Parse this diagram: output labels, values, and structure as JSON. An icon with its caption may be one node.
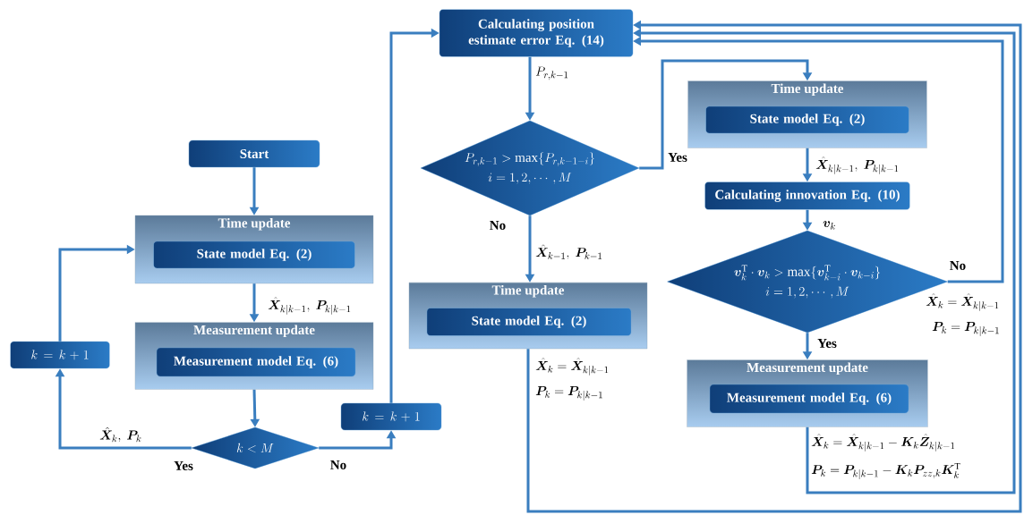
{
  "diagram": {
    "nodes": [
      {
        "text": [
          "Start"
        ]
      },
      {
        "text": [
          "Time update"
        ]
      },
      {
        "text": [
          "State model Eq. (2)"
        ],
        "in": 1
      },
      {
        "text": [
          "Measurement update"
        ]
      },
      {
        "text": [
          "Measurement model Eq. (6)"
        ],
        "in": 3
      },
      {
        "text": [
          "k < M"
        ]
      },
      {
        "text": [
          "k = k + 1"
        ]
      },
      {
        "text": [
          "k = k + 1"
        ]
      },
      {
        "text": [
          "Calculating position estimate error  Eq. (14)"
        ]
      },
      {
        "text": [
          "P_{r,k-1} > \\max\\{P_{r,k-1-i}\\}",
          "i = 1, 2, \\cdots, M"
        ]
      },
      {
        "text": [
          "Time update"
        ]
      },
      {
        "text": [
          "State model Eq. (2)"
        ],
        "in": 10
      },
      {
        "text": [
          "Time update"
        ]
      },
      {
        "text": [
          "State model Eq. (2)"
        ],
        "in": 12
      },
      {
        "text": [
          "Calculating innovation Eq. (10)"
        ]
      },
      {
        "text": [
          "\\boldsymbol{v}_{k}^{\\mathrm{T}} \\cdot \\boldsymbol{v}_{k} > \\max\\{\\boldsymbol{v}_{k-i}^{\\mathrm{T}} \\cdot \\boldsymbol{v}_{k-i}\\}",
          "i = 1, 2, \\cdots, M"
        ]
      },
      {
        "text": [
          "Measurement update"
        ]
      },
      {
        "text": [
          "Measurement model Eq. (6)"
        ],
        "in": 16
      }
    ],
    "edges": [
      {
        "from": 0,
        "to": 1,
        "arrow": "to"
      },
      {
        "from": 1,
        "to": 3,
        "arrow": "to"
      },
      {
        "from": 3,
        "to": 5,
        "arrow": "to"
      },
      {
        "from": 5,
        "to": 6,
        "arrow": "to",
        "label": "Yes"
      },
      {
        "from": 6,
        "to": 1,
        "arrow": "to"
      },
      {
        "from": 5,
        "to": 7,
        "arrow": "to",
        "label": "No"
      },
      {
        "from": 7,
        "to": 8,
        "arrow": "to"
      },
      {
        "from": 8,
        "to": 9,
        "arrow": "to"
      },
      {
        "from": 9,
        "to": 12,
        "arrow": "to",
        "label": "Yes"
      },
      {
        "from": 9,
        "to": 10,
        "arrow": "to",
        "label": "No"
      },
      {
        "from": 10,
        "to": 8,
        "arrow": "to"
      },
      {
        "from": 12,
        "to": 14,
        "arrow": "to"
      },
      {
        "from": 14,
        "to": 15,
        "arrow": "to"
      },
      {
        "from": 15,
        "to": 8,
        "arrow": "to",
        "label": "No"
      },
      {
        "from": 15,
        "to": 16,
        "arrow": "to",
        "label": "Yes"
      },
      {
        "from": 16,
        "to": 8,
        "arrow": "to"
      }
    ],
    "labels": [
      "\\hat{\\boldsymbol{X}}_{k|k-1},\\ \\boldsymbol{P}_{k|k-1}",
      "\\hat{\\boldsymbol{X}}_{k},\\ \\boldsymbol{P}_{k}",
      "P_{r,k-1}",
      "\\hat{\\boldsymbol{X}}_{k-1},\\ \\boldsymbol{P}_{k-1}",
      "\\hat{\\boldsymbol{X}}_{k} = \\hat{\\boldsymbol{X}}_{k|k-1}",
      "\\boldsymbol{P}_{k} = \\boldsymbol{P}_{k|k-1}",
      "\\hat{\\boldsymbol{X}}_{k|k-1},\\ \\boldsymbol{P}_{k|k-1}",
      "\\boldsymbol{v}_{k}",
      "\\hat{\\boldsymbol{X}}_{k} = \\hat{\\boldsymbol{X}}_{k|k-1}",
      "\\boldsymbol{P}_{k} = \\boldsymbol{P}_{k|k-1}",
      "\\hat{\\boldsymbol{X}}_{k} = \\hat{\\boldsymbol{X}}_{k|k-1} - \\boldsymbol{K}_{k}\\hat{\\boldsymbol{Z}}_{k|k-1}",
      "\\boldsymbol{P}_{k} = \\boldsymbol{P}_{k|k-1} - \\boldsymbol{K}_{k}\\boldsymbol{P}_{zz,k}\\boldsymbol{K}_{k}^{\\mathrm{T}}"
    ]
  }
}
